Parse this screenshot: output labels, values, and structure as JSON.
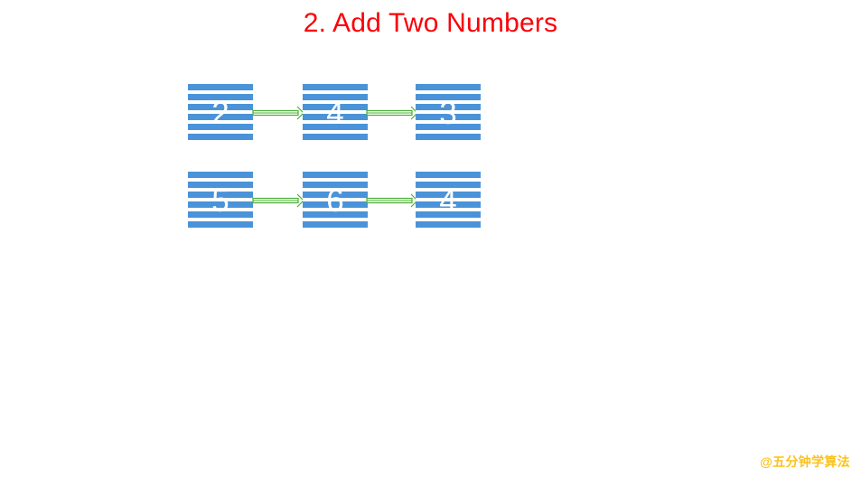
{
  "slide": {
    "title": "2. Add Two Numbers",
    "title_color": "#fb0007",
    "background_color": "#ffffff",
    "node_color": "#4a93d9",
    "node_text_color": "#ffffff",
    "arrow_color": "#4ab034",
    "watermark_color": "#fcc21b"
  },
  "diagram": {
    "type": "linked-list",
    "rows": [
      {
        "name": "list-1",
        "nodes": [
          {
            "value": "2"
          },
          {
            "value": "4"
          },
          {
            "value": "3"
          }
        ],
        "connectors": [
          {
            "label": "next-pointer"
          },
          {
            "label": "next-pointer"
          }
        ]
      },
      {
        "name": "list-2",
        "nodes": [
          {
            "value": "5"
          },
          {
            "value": "6"
          },
          {
            "value": "4"
          }
        ],
        "connectors": [
          {
            "label": "next-pointer"
          },
          {
            "label": "next-pointer"
          }
        ]
      }
    ]
  },
  "watermark": {
    "text": "@五分钟学算法"
  }
}
